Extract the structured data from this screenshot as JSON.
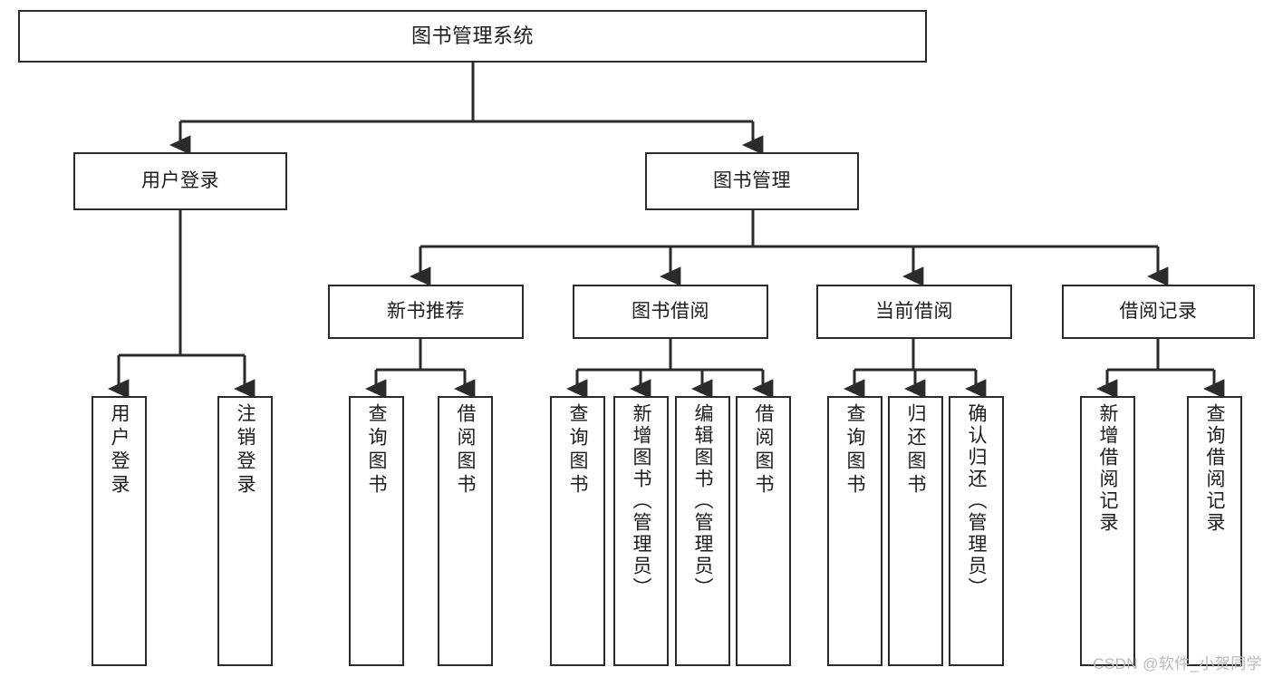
{
  "diagram": {
    "title": "图书管理系统",
    "watermark": "CSDN @软件_小贺同学",
    "line_color": "#2b2b2b",
    "box_fill": "#ffffff",
    "text_color": "#1c1c1c",
    "watermark_color": "#b9b9b9"
  },
  "root": {
    "label": "图书管理系统"
  },
  "level2": [
    {
      "label": "用户登录"
    },
    {
      "label": "图书管理"
    }
  ],
  "level3": [
    {
      "label": "新书推荐"
    },
    {
      "label": "图书借阅"
    },
    {
      "label": "当前借阅"
    },
    {
      "label": "借阅记录"
    }
  ],
  "leaves": {
    "user_login": [
      {
        "label": "用户登录"
      },
      {
        "label": "注销登录"
      }
    ],
    "new_book_recommend": [
      {
        "label": "查询图书"
      },
      {
        "label": "借阅图书"
      }
    ],
    "book_borrow": [
      {
        "label": "查询图书"
      },
      {
        "label": "新增图书（管理员）"
      },
      {
        "label": "编辑图书（管理员）"
      },
      {
        "label": "借阅图书"
      }
    ],
    "current_borrow": [
      {
        "label": "查询图书"
      },
      {
        "label": "归还图书"
      },
      {
        "label": "确认归还（管理员）"
      }
    ],
    "borrow_record": [
      {
        "label": "新增借阅记录"
      },
      {
        "label": "查询借阅记录"
      }
    ]
  },
  "chart_data": {
    "type": "diagram",
    "title": "图书管理系统 功能结构图",
    "tree": {
      "name": "图书管理系统",
      "children": [
        {
          "name": "用户登录",
          "children": [
            {
              "name": "用户登录"
            },
            {
              "name": "注销登录"
            }
          ]
        },
        {
          "name": "图书管理",
          "children": [
            {
              "name": "新书推荐",
              "children": [
                {
                  "name": "查询图书"
                },
                {
                  "name": "借阅图书"
                }
              ]
            },
            {
              "name": "图书借阅",
              "children": [
                {
                  "name": "查询图书"
                },
                {
                  "name": "新增图书（管理员）"
                },
                {
                  "name": "编辑图书（管理员）"
                },
                {
                  "name": "借阅图书"
                }
              ]
            },
            {
              "name": "当前借阅",
              "children": [
                {
                  "name": "查询图书"
                },
                {
                  "name": "归还图书"
                },
                {
                  "name": "确认归还（管理员）"
                }
              ]
            },
            {
              "name": "借阅记录",
              "children": [
                {
                  "name": "新增借阅记录"
                },
                {
                  "name": "查询借阅记录"
                }
              ]
            }
          ]
        }
      ]
    }
  }
}
